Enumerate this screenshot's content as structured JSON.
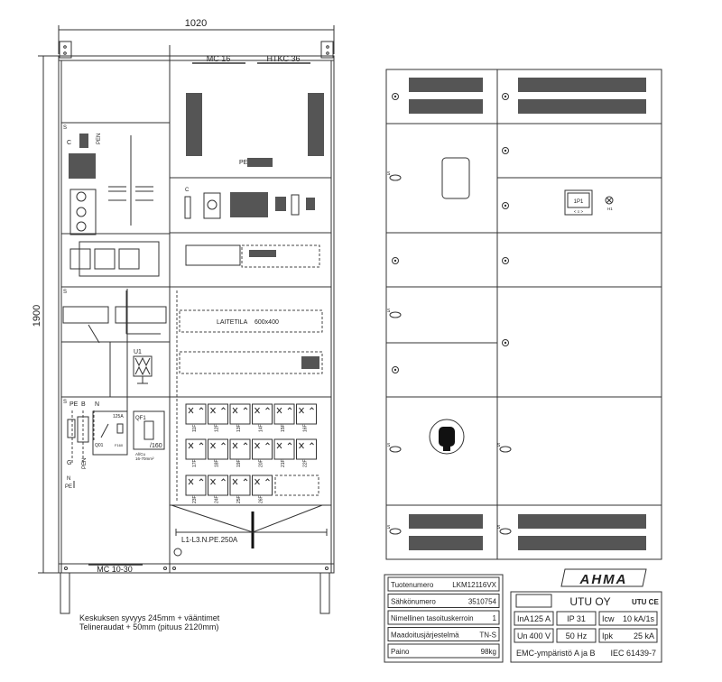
{
  "dimensions": {
    "width": "1020",
    "height": "1900"
  },
  "top_labels": {
    "mc": "MC 16",
    "htkc": "HTKC 36"
  },
  "bottom_label": "MC 10-30",
  "notes": [
    "Keskuksen syvyys 245mm + vääntimet",
    "Telineraudat + 50mm (pituus 2120mm)"
  ],
  "interior": {
    "laitetila": "LAITETILA",
    "laitetila_size": "600x400",
    "busbar": "L1-L3.N.PE.250A",
    "u1": "U1",
    "pe": "PE",
    "pen": "PEN",
    "n": "N",
    "s": "S",
    "c": "C",
    "b": "B",
    "g": "G",
    "q01": "Q01",
    "rating_125a": "125A",
    "f1": "F160",
    "qf1": "QF1",
    "qf1_rating": "/160",
    "cable": "Al/Cu",
    "cable_size": "16-70mm²",
    "breakers": [
      "11F",
      "12F",
      "13F",
      "14F",
      "15F",
      "16F",
      "17F",
      "18F",
      "19F",
      "20F",
      "21F",
      "22F",
      "23F",
      "24F",
      "25F",
      "26F"
    ]
  },
  "front": {
    "display": "1P1",
    "display_keys": "< ≡ >",
    "lamp": "H1",
    "s": "S"
  },
  "info_table": [
    {
      "label": "Tuotenumero",
      "value": "LKM12116VX"
    },
    {
      "label": "Sähkönumero",
      "value": "3510754"
    },
    {
      "label": "Nimellinen tasoituskerroin",
      "value": "1"
    },
    {
      "label": "Maadoitusjärjestelmä",
      "value": "TN-S"
    },
    {
      "label": "Paino",
      "value": "98kg"
    }
  ],
  "nameplate": {
    "brand": "AHMA",
    "maker": "UTU OY",
    "marks": "UTU CE",
    "cells": [
      {
        "label": "InA",
        "value": "125 A"
      },
      {
        "label": "",
        "value": "IP 31"
      },
      {
        "label": "Icw",
        "value": "10 kA/1s"
      },
      {
        "label": "Un",
        "value": "400 V"
      },
      {
        "label": "",
        "value": "50 Hz"
      },
      {
        "label": "Ipk",
        "value": "25 kA"
      }
    ],
    "emc": "EMC-ympäristö A ja B",
    "standard": "IEC 61439-7"
  }
}
